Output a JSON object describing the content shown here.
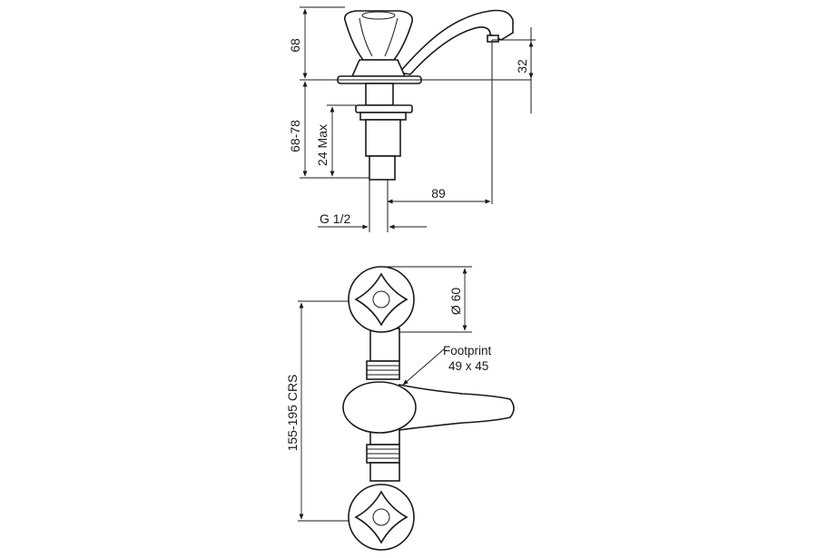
{
  "side_view": {
    "dim_total_height": "68",
    "dim_spout_drop": "32",
    "dim_mount_range": "68-78",
    "dim_deck_max": "24 Max",
    "dim_reach": "89",
    "dim_thread": "G 1/2"
  },
  "plan_view": {
    "dim_handle_diameter": "Ø 60",
    "dim_centres": "155-195 CRS",
    "footprint_label": "Footprint",
    "footprint_size": "49 x 45"
  }
}
